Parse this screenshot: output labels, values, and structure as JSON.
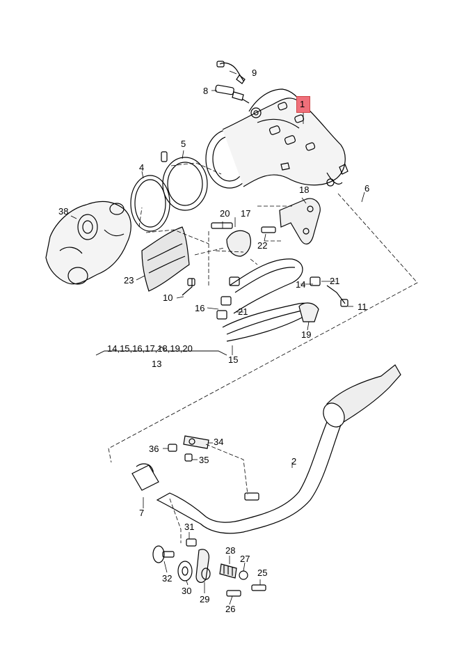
{
  "colors": {
    "highlight": "#ef6f7a",
    "line": "#000000",
    "shade": "#dddddd"
  },
  "labels": {
    "p1": "1",
    "p2": "2",
    "p4": "4",
    "p5": "5",
    "p6": "6",
    "p7": "7",
    "p8": "8",
    "p9": "9",
    "p10": "10",
    "p11": "11",
    "p13": "13",
    "p14": "14",
    "p15": "15",
    "p16": "16",
    "p17": "17",
    "p18": "18",
    "p19": "19",
    "p20": "20",
    "p21a": "21",
    "p21b": "21",
    "p22": "22",
    "p23": "23",
    "p25": "25",
    "p26": "26",
    "p27": "27",
    "p28": "28",
    "p29": "29",
    "p30": "30",
    "p31": "31",
    "p32": "32",
    "p34": "34",
    "p35": "35",
    "p36": "36",
    "p38": "38",
    "group13": "14,15,16,17,18,19,20"
  }
}
